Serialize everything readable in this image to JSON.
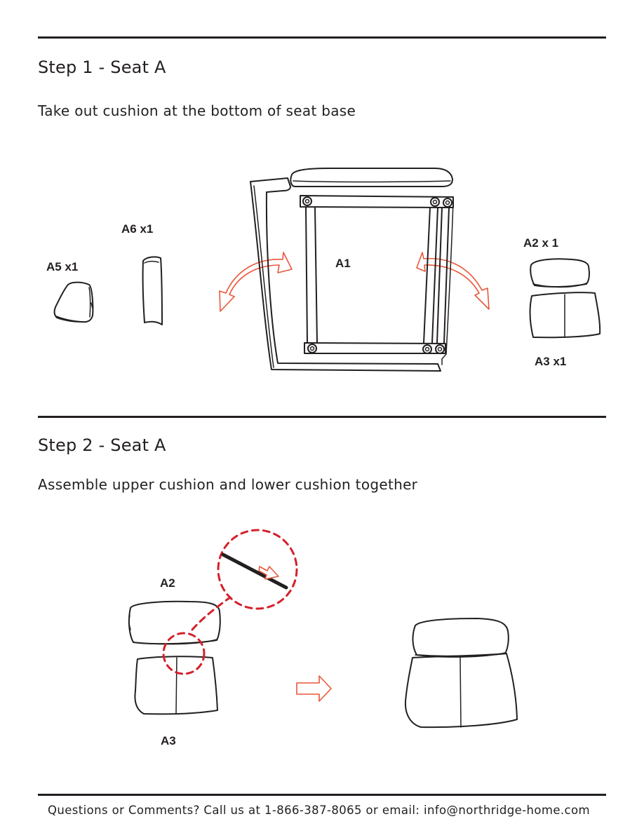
{
  "step1": {
    "title": "Step 1 - Seat A",
    "description": "Take out cushion at the bottom of seat base",
    "labels": {
      "a6": "A6 x1",
      "a5": "A5 x1",
      "a1": "A1",
      "a2": "A2 x 1",
      "a3": "A3 x1"
    }
  },
  "step2": {
    "title": "Step 2 - Seat A",
    "description": "Assemble upper cushion and lower cushion together",
    "labels": {
      "a2": "A2",
      "a3": "A3"
    }
  },
  "footer": {
    "text": "Questions or Comments? Call us at 1-866-387-8065 or email: info@northridge-home.com"
  },
  "colors": {
    "line": "#231f20",
    "arrow": "#e8573a",
    "detail_circle": "#d4202a"
  }
}
